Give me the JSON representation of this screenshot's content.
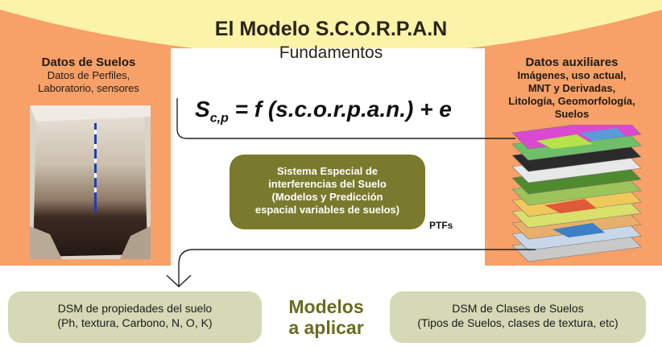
{
  "title": "El Modelo S.C.O.R.P.A.N",
  "subtitle": "Fundamentos",
  "left_panel": {
    "heading": "Datos de Suelos",
    "lines": [
      "Datos de Perfiles,",
      "Laboratorio, sensores"
    ]
  },
  "right_panel": {
    "heading": "Datos auxiliares",
    "lines": [
      "Imágenes, uso actual,",
      "MNT y Derivadas,",
      "Litología, Geomorfología,",
      "Suelos"
    ]
  },
  "formula": {
    "symbol": "S",
    "subscript": "c,p",
    "rest": " = f (s.c.o.r.p.a.n.) + e"
  },
  "center_box": {
    "lines": [
      "Sistema Especial de",
      "interferencias del Suelo",
      "(Modelos y Predicción",
      "espacial variables de suelos)"
    ]
  },
  "ptfs_label": "PTFs",
  "models_label": {
    "lines": [
      "Modelos",
      "a aplicar"
    ]
  },
  "output_left": {
    "lines": [
      "DSM de propiedades del suelo",
      "(Ph, textura, Carbono, N, O, K)"
    ]
  },
  "output_right": {
    "lines": [
      "DSM de Clases de Suelos",
      "(Tipos de Suelos, clases de textura, etc)"
    ]
  },
  "colors": {
    "panel": "#f7a067",
    "title_band": "#faf3a8",
    "center_box": "#7a7a2e",
    "output_box": "#d5d9b5",
    "models_text": "#6b6b22"
  }
}
